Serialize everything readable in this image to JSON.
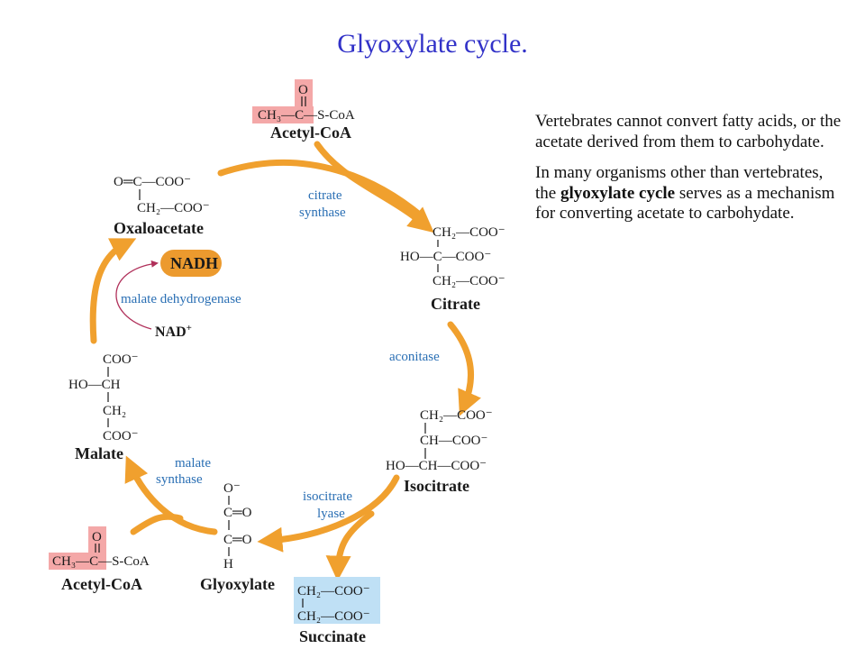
{
  "title": "Glyoxylate cycle.",
  "side_text": {
    "p1": "Vertebrates cannot convert fatty acids, or the acetate derived from them to carbohydate.",
    "p2_before": "In many organisms other than vertebrates, the ",
    "p2_bold": "glyoxylate cycle",
    "p2_after": " serves as a mechanism for converting acetate to carbohydate."
  },
  "compounds": {
    "acetyl_coa_top": "Acetyl-CoA",
    "citrate": "Citrate",
    "isocitrate": "Isocitrate",
    "succinate": "Succinate",
    "glyoxylate": "Glyoxylate",
    "acetyl_coa_bottom": "Acetyl-CoA",
    "malate": "Malate",
    "oxaloacetate": "Oxaloacetate"
  },
  "cofactors": {
    "nadh": "NADH",
    "nad": "NAD"
  },
  "enzymes": {
    "citrate_synthase_1": "citrate",
    "citrate_synthase_2": "synthase",
    "aconitase": "aconitase",
    "isocitrate_lyase_1": "isocitrate",
    "isocitrate_lyase_2": "lyase",
    "malate_synthase_1": "malate",
    "malate_synthase_2": "synthase",
    "malate_dehydrogenase": "malate dehydrogenase"
  },
  "colors": {
    "title": "#3232c8",
    "arrow": "#f0a02e",
    "enzyme_text": "#2a6fb4",
    "acetyl_highlight": "#f4a8a8",
    "succinate_highlight": "#bfe0f5",
    "nadh_fill": "#ec9a2e",
    "cofactor_arrow": "#b0305a"
  }
}
